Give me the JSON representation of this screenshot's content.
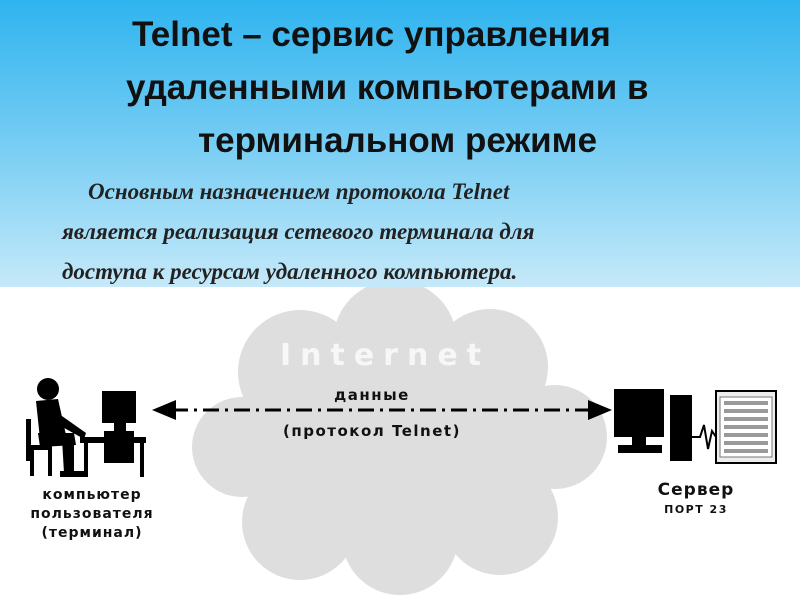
{
  "slide": {
    "title_lines": [
      "Telnet – сервис управления",
      "удаленными компьютерами в",
      "терминальном режиме"
    ],
    "subtitle_lines": [
      "Основным назначением протокола Telnet",
      "является реализация сетевого терминала для",
      "доступа к ресурсам удаленного компьютера."
    ]
  },
  "diagram": {
    "cloud_label": "Internet",
    "link_label_top": "данные",
    "link_label_bottom": "(протокол Telnet)",
    "client_label_lines": [
      "компьютер",
      "пользователя",
      "(терминал)"
    ],
    "server_label": "Сервер",
    "server_port": "ПОРТ 23"
  },
  "colors": {
    "band_top": "#2fb4ef",
    "band_bottom": "#c5e9f9",
    "cloud": "#dedede",
    "ink": "#111111"
  }
}
